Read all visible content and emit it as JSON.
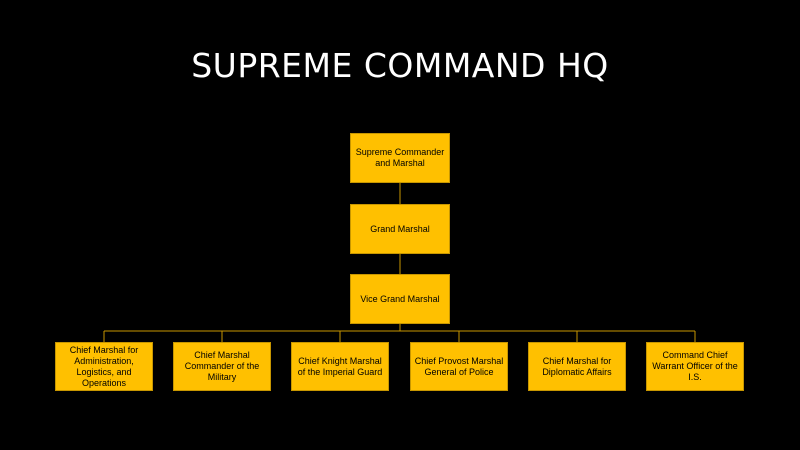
{
  "title": "SUPREME COMMAND HQ",
  "colors": {
    "background": "#000000",
    "node_fill": "#ffc000",
    "connector": "#c79600",
    "title_text": "#ffffff"
  },
  "org_chart": {
    "top": "Supreme Commander and Marshal",
    "second": "Grand Marshal",
    "third": "Vice Grand Marshal",
    "children": [
      "Chief Marshal for Administration, Logistics, and Operations",
      "Chief Marshal Commander of the Military",
      "Chief Knight Marshal of the Imperial Guard",
      "Chief Provost Marshal General of Police",
      "Chief Marshal for Diplomatic Affairs",
      "Command Chief Warrant Officer of the I.S."
    ]
  }
}
